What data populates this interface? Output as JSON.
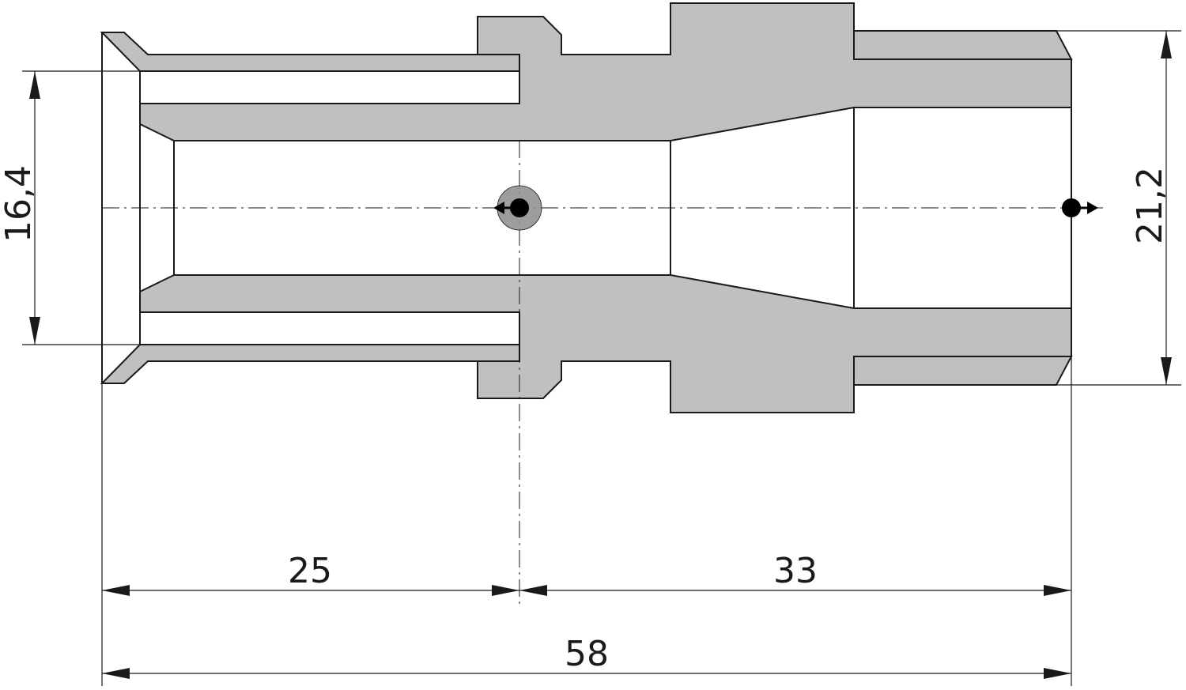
{
  "colors": {
    "section_fill": "#c0c0c0",
    "line": "#1a1a1a",
    "background": "#ffffff"
  },
  "dimensions": {
    "length_first_segment": "25",
    "length_second_segment": "33",
    "overall_length": "58",
    "inner_diameter": "16,4",
    "outer_diameter": "21,2"
  },
  "symbols": {
    "left_port": "connection-point-arrow-left-icon",
    "right_port": "connection-point-arrow-right-icon"
  }
}
